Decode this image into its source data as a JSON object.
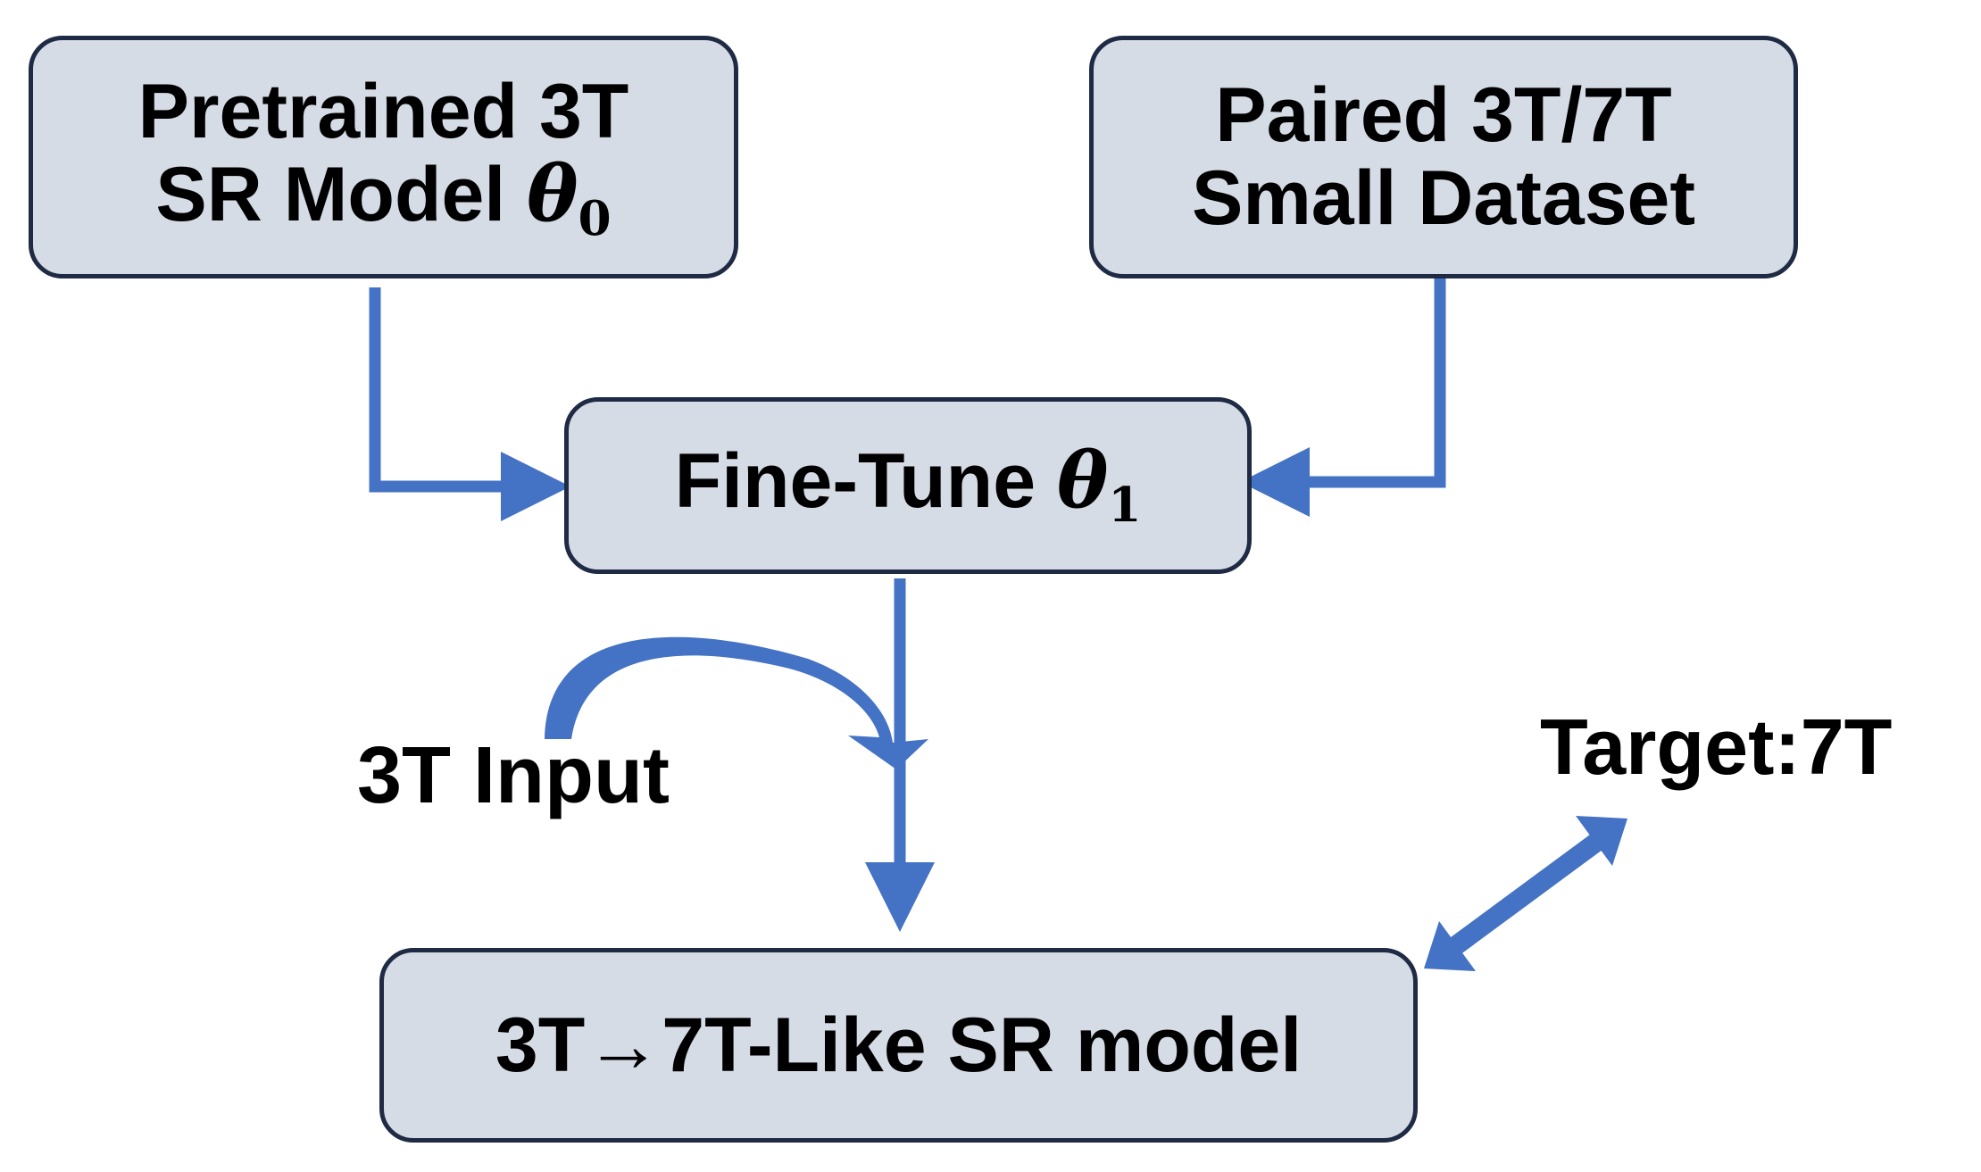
{
  "colors": {
    "box_fill": "#d6dce5",
    "box_border": "#1f2a44",
    "arrow": "#4472c4",
    "text": "#000000"
  },
  "nodes": {
    "pretrained": {
      "line1": "Pretrained 3T",
      "line2_text": "SR Model",
      "symbol": "θ",
      "subscript": "0"
    },
    "paired": {
      "line1": "Paired 3T/7T",
      "line2": "Small Dataset"
    },
    "finetune": {
      "text": "Fine-Tune",
      "symbol": "θ",
      "subscript": "1"
    },
    "output": {
      "text": "3T→7T-Like SR model"
    }
  },
  "labels": {
    "input": "3T Input",
    "target": "Target:7T"
  }
}
